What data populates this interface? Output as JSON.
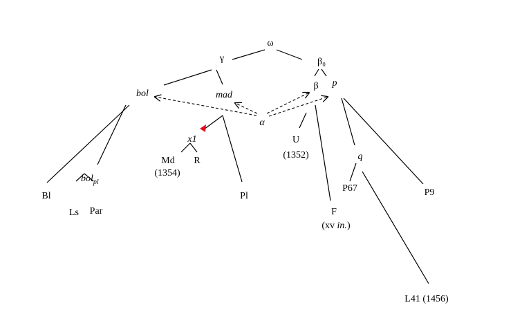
{
  "stemma": {
    "nodes": {
      "omega": "ω",
      "gamma": "γ",
      "beta0": "β₀",
      "bol": "bol",
      "mad": "mad",
      "beta": "β",
      "p": "p",
      "alpha": "α",
      "x1": "x1",
      "Md": "Md",
      "Md_date": "(1354)",
      "R": "R",
      "U": "U",
      "U_date": "(1352)",
      "Bl": "Bl",
      "bolpl_base": "bol",
      "bolpl_sub": "pl",
      "Ls": "Ls",
      "Par": "Par",
      "Pl": "Pl",
      "q": "q",
      "P67": "P67",
      "P9": "P9",
      "F": "F",
      "F_date_prefix": "(xv ",
      "F_date_italic": "in.",
      "F_date_suffix": ")",
      "L41": "L41 (1456)"
    },
    "colors": {
      "line": "#000000",
      "marker": "#e0101a"
    }
  }
}
